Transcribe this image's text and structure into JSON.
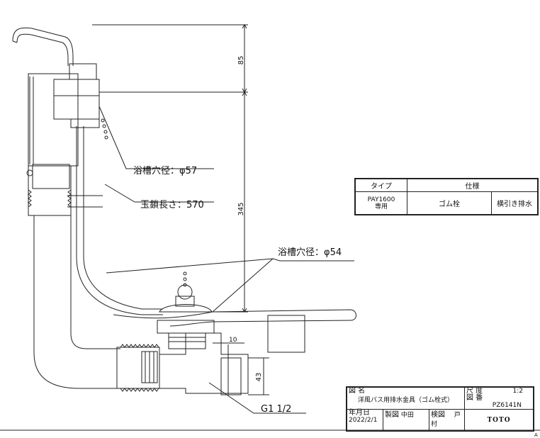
{
  "dimensions": {
    "top_height": "85",
    "mid_height": "345",
    "offset_10": "10",
    "offset_43": "43"
  },
  "callouts": {
    "tub_hole_upper": "浴槽穴径：φ57",
    "chain_length": "玉鎖長さ：570",
    "tub_hole_lower": "浴槽穴径：φ54",
    "thread_size": "G1 1/2"
  },
  "spec_table": {
    "type_header": "タイプ",
    "spec_header": "仕様",
    "model_line1": "PAY1600",
    "model_line2": "専用",
    "plug_type": "ゴム栓",
    "drain_type": "横引き排水"
  },
  "title_block": {
    "name_label": "図 名",
    "name_value": "洋風バス用排水金具（ゴム栓式）",
    "scale_label": "尺 度",
    "scale_value": "1:2",
    "number_label": "図 番",
    "number_value": "PZ6141N",
    "date_label": "年月日",
    "date_value": "2022/2/1",
    "made_label": "製図",
    "made_value": "中田",
    "check_label": "検図",
    "check_value": "戸村",
    "logo": "TOTO"
  },
  "corner_mark": "A"
}
